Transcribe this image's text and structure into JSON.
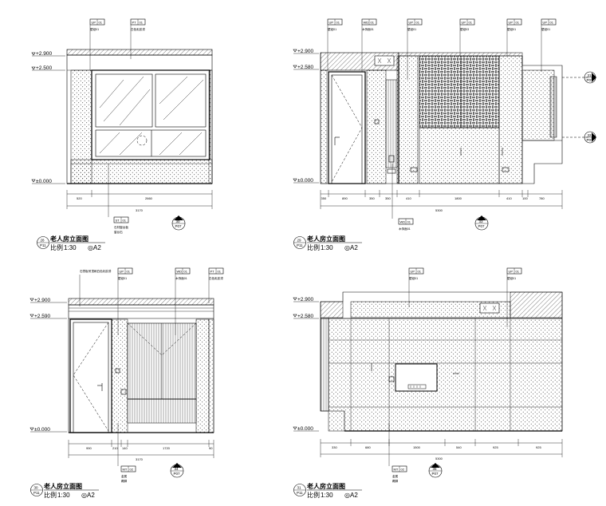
{
  "drawings": [
    {
      "levels": [
        "+2.900",
        "+2.500",
        "±0.000"
      ],
      "tags": [
        [
          "UP",
          "01"
        ],
        [
          "PT",
          "01"
        ]
      ],
      "notes": [
        "壁纸01",
        "白色乳胶漆"
      ],
      "dims": [
        "520",
        "2660",
        "3170"
      ],
      "bottom_tag": [
        "ST",
        "01"
      ],
      "bottom_notes": [
        "石材窗台板",
        "窗台石"
      ],
      "marker": [
        "30",
        "P07"
      ],
      "title_num": "28",
      "title_sheet": "P11",
      "title": "老人房立面图",
      "scale_label": "比例",
      "scale": "1:30",
      "paper": "◎A2"
    },
    {
      "levels": [
        "+2.900",
        "+2.580",
        "±0.000"
      ],
      "tags": [
        [
          "UP",
          "01"
        ],
        [
          "WD",
          "01"
        ],
        [
          "UP",
          "01"
        ],
        [
          "UP",
          "01"
        ],
        [
          "UP",
          "01"
        ],
        [
          "UP",
          "01"
        ]
      ],
      "notes": [
        "壁纸01",
        "木饰面01",
        "壁纸01",
        "壁纸03",
        "壁纸01",
        "壁纸01"
      ],
      "dims": [
        "350",
        "890",
        "350",
        "350",
        "410",
        "1800",
        "410",
        "100",
        "780",
        "5300"
      ],
      "bottom_tag": [
        "WD",
        "01"
      ],
      "bottom_notes": [
        "木饰面01"
      ],
      "markers": [
        [
          "31",
          "P07"
        ],
        [
          "32",
          "P07"
        ],
        [
          "33",
          "P07"
        ]
      ],
      "title_num": "29",
      "title_sheet": "P11",
      "title": "老人房立面图",
      "scale_label": "比例",
      "scale": "1:30",
      "paper": "◎A2"
    },
    {
      "levels": [
        "+2.900",
        "+2.590",
        "±0.000"
      ],
      "tags": [
        [
          "UP",
          "01"
        ],
        [
          "WD",
          "01"
        ],
        [
          "PT",
          "01"
        ]
      ],
      "notes": [
        "石膏板吊顶刷白色乳胶漆",
        "壁纸01",
        "木饰面01",
        "白色乳胶漆"
      ],
      "dims": [
        "990",
        "210",
        "140",
        "1720",
        "90",
        "3170"
      ],
      "bottom_tag": [
        "MT",
        "02"
      ],
      "bottom_notes": [
        "金属",
        "踢脚"
      ],
      "marker": [
        "34",
        "P07"
      ],
      "title_num": "30",
      "title_sheet": "P11",
      "title": "老人房立面图",
      "scale_label": "比例",
      "scale": "1:30",
      "paper": "◎A2"
    },
    {
      "levels": [
        "+2.900",
        "+2.580",
        "±0.000"
      ],
      "tags": [
        [
          "UP",
          "01"
        ],
        [
          "UP",
          "01"
        ]
      ],
      "notes": [
        "壁纸01",
        "壁纸01"
      ],
      "dims": [
        "330",
        "680",
        "1500",
        "540",
        "925",
        "925",
        "5300"
      ],
      "bottom_tag": [
        "MT",
        "02"
      ],
      "bottom_notes": [
        "金属",
        "踢脚"
      ],
      "marker": [
        "35",
        "P07"
      ],
      "title_num": "31",
      "title_sheet": "P11",
      "title": "老人房立面图",
      "scale_label": "比例",
      "scale": "1:30",
      "paper": "◎A2"
    }
  ]
}
